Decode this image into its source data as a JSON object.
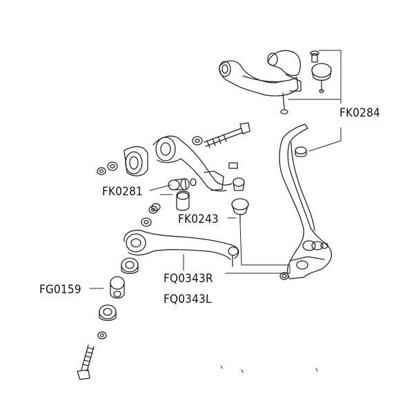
{
  "callouts": {
    "fk0284": "FK0284",
    "fk0281": "FK0281",
    "fk0243": "FK0243",
    "fq0343r": "FQ0343R",
    "fq0343l": "FQ0343L",
    "fg0159": "FG0159"
  }
}
